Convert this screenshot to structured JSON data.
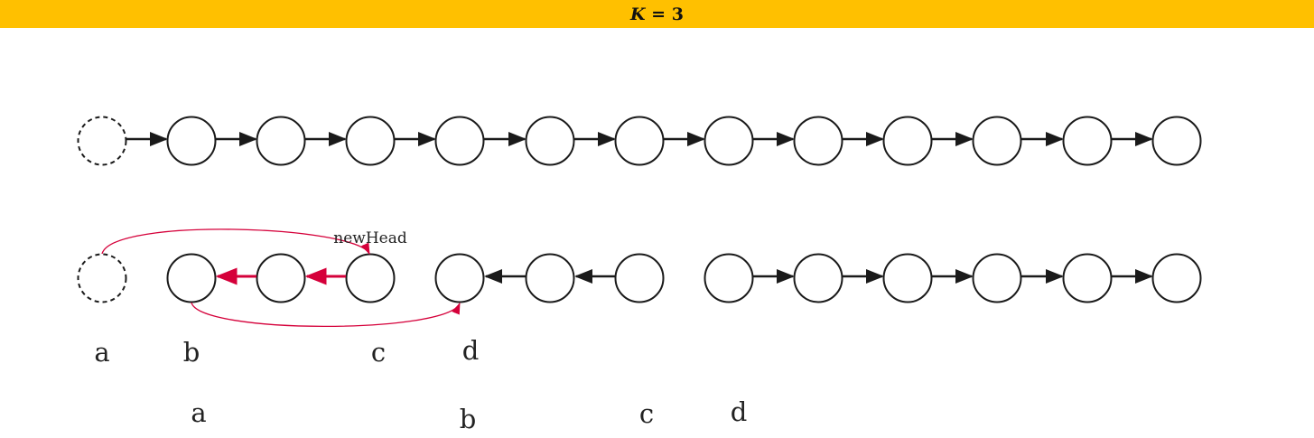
{
  "title": {
    "variable": "K",
    "equals": "=",
    "value": "3"
  },
  "annotations": {
    "new_head": "newHead"
  },
  "row_labels": {
    "lower_row": [
      "a",
      "b",
      "c",
      "d"
    ],
    "bottom_row": [
      "a",
      "b",
      "c",
      "d"
    ]
  },
  "colors": {
    "banner": "#FFC000",
    "node_stroke": "#1a1a1a",
    "arrow": "#1a1a1a",
    "reversed_arrow": "#D5003A",
    "annotation_arc": "#D5003A"
  },
  "top_row": {
    "node_count": 13,
    "first_node_style": "dashed"
  },
  "second_row": {
    "node_count": 13,
    "first_node_style": "dashed"
  }
}
